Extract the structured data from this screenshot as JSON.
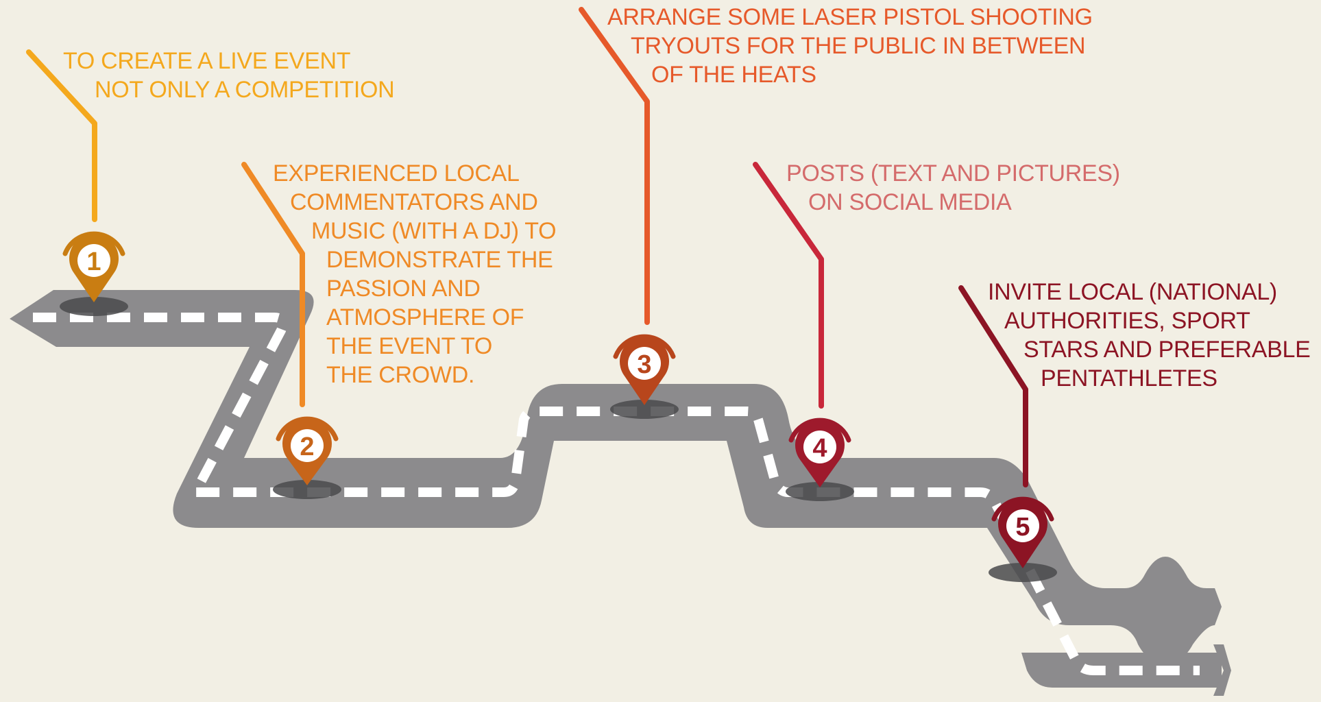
{
  "colors": {
    "background": "#f2efe4",
    "road": "#8c8b8d",
    "road_dash": "#ffffff",
    "step1": "#f4a81d",
    "step1_pin": "#c97d12",
    "step2": "#ef8a26",
    "step2_pin": "#c7651a",
    "step3": "#e6592a",
    "step3_pin": "#b8461c",
    "step4": "#c8273a",
    "step4_text": "#d46b6b",
    "step4_pin": "#9e1a2c",
    "step5": "#8c1424",
    "step5_pin": "#8c1424"
  },
  "steps": [
    {
      "number": "1",
      "lines": [
        "TO CREATE A LIVE EVENT",
        "NOT ONLY A COMPETITION"
      ],
      "icon": "map-pin-icon"
    },
    {
      "number": "2",
      "lines": [
        "EXPERIENCED LOCAL",
        "COMMENTATORS AND",
        "MUSIC (WITH A DJ) TO",
        "DEMONSTRATE THE",
        "PASSION AND",
        "ATMOSPHERE OF",
        "THE EVENT TO",
        "THE CROWD."
      ],
      "icon": "map-pin-icon"
    },
    {
      "number": "3",
      "lines": [
        "ARRANGE SOME LASER PISTOL SHOOTING",
        "TRYOUTS FOR THE PUBLIC IN BETWEEN",
        "OF THE HEATS"
      ],
      "icon": "map-pin-icon"
    },
    {
      "number": "4",
      "lines": [
        "POSTS (TEXT AND PICTURES)",
        "ON SOCIAL MEDIA"
      ],
      "icon": "map-pin-icon"
    },
    {
      "number": "5",
      "lines": [
        "INVITE LOCAL (NATIONAL)",
        "AUTHORITIES, SPORT",
        "STARS AND PREFERABLE",
        "PENTATHLETES"
      ],
      "icon": "map-pin-icon"
    }
  ]
}
